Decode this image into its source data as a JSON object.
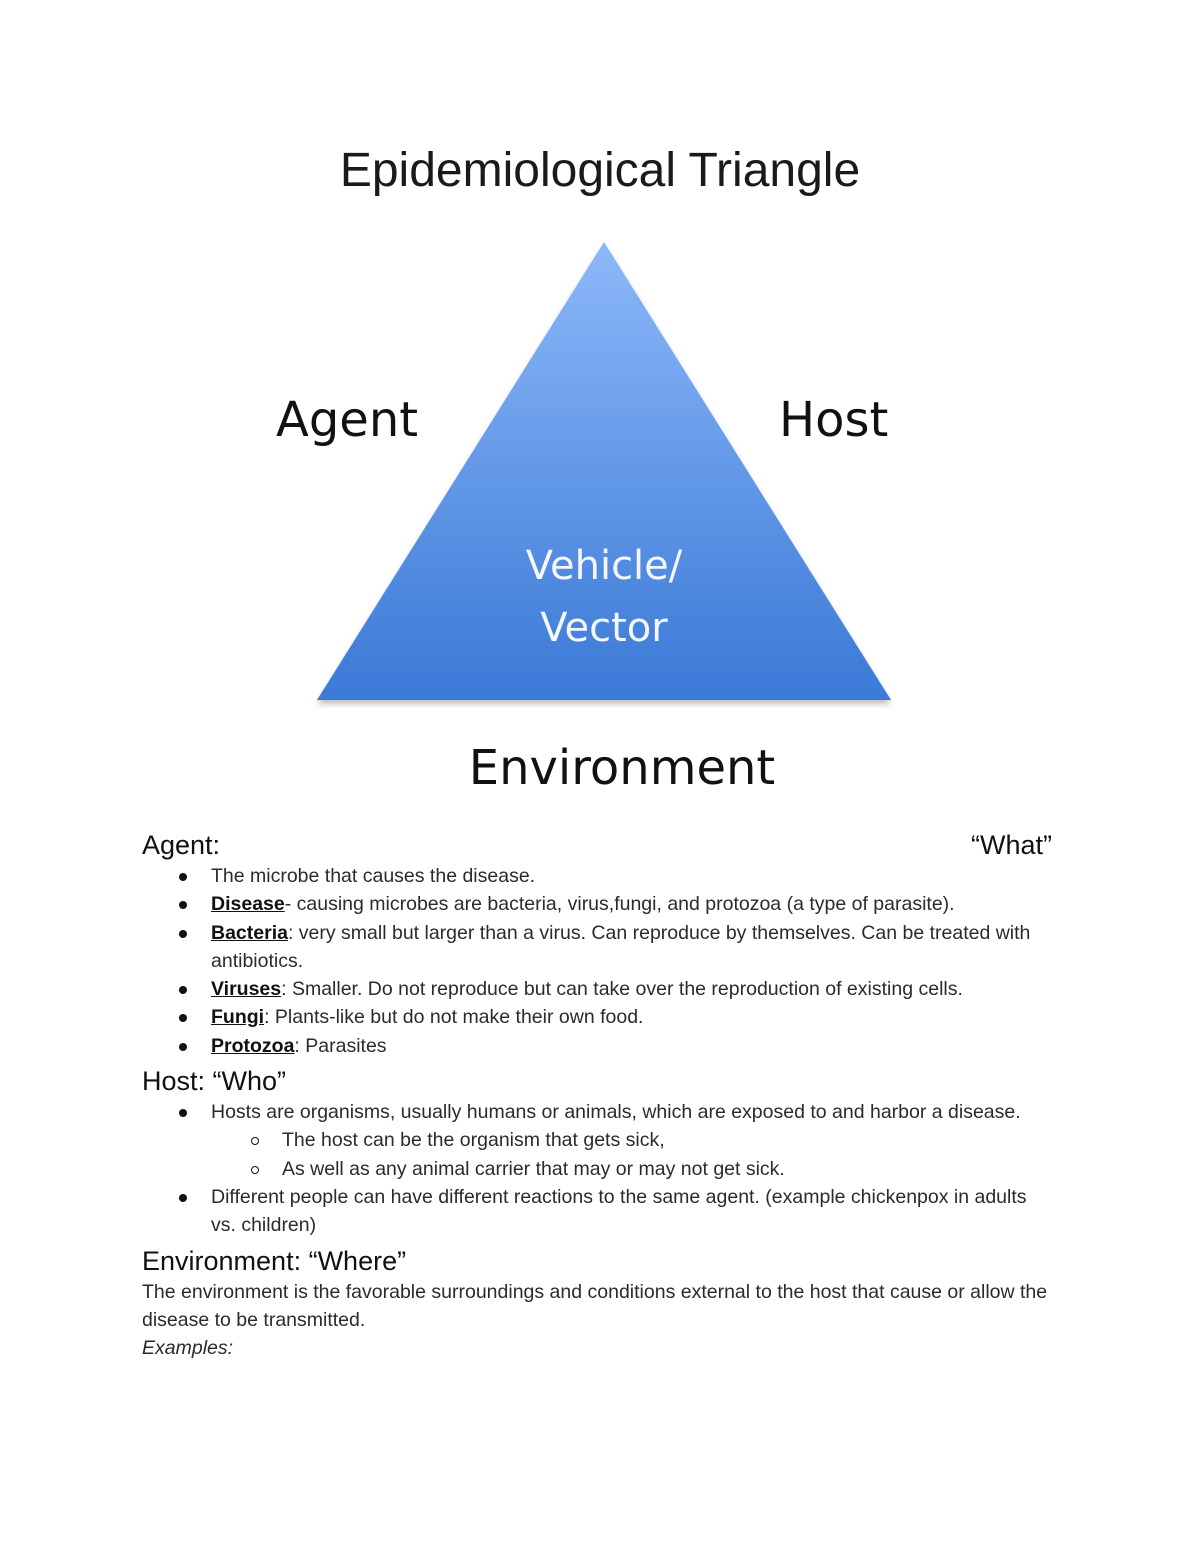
{
  "title": "Epidemiological Triangle",
  "diagram": {
    "top_label": "Agent",
    "right_label": "Host",
    "bottom_label": "Environment",
    "center_line1": "Vehicle/",
    "center_line2": "Vector",
    "colors": {
      "top": "#8db8f9",
      "bottom": "#3a79d6"
    }
  },
  "agent": {
    "heading": "Agent:",
    "tag": "“What”",
    "items": [
      {
        "term": "",
        "text": "The microbe that causes the disease."
      },
      {
        "term": "Disease",
        "text": "- causing microbes are bacteria, virus,fungi, and protozoa (a type of parasite)."
      },
      {
        "term": "Bacteria",
        "text": ": very small but larger than a virus. Can reproduce by themselves. Can be treated with antibiotics."
      },
      {
        "term": "Viruses",
        "text": ": Smaller. Do not reproduce but can take over the reproduction of existing cells."
      },
      {
        "term": "Fungi",
        "text": ": Plants-like but do not make their own food."
      },
      {
        "term": "Protozoa",
        "text": ": Parasites"
      }
    ]
  },
  "host": {
    "heading": "Host: “Who”",
    "item1": "Hosts are organisms, usually humans or animals, which are exposed to and harbor a disease.",
    "sub1": "The host can be the organism that gets sick,",
    "sub2": "As well as any animal carrier that may or may not get sick.",
    "item2": "Different people can have different reactions to the same agent. (example chickenpox in adults vs. children)"
  },
  "environment": {
    "heading": "Environment: “Where”",
    "text": "The environment is the favorable surroundings and conditions external to the host that cause or allow the disease to be transmitted.",
    "examples": "Examples:"
  }
}
